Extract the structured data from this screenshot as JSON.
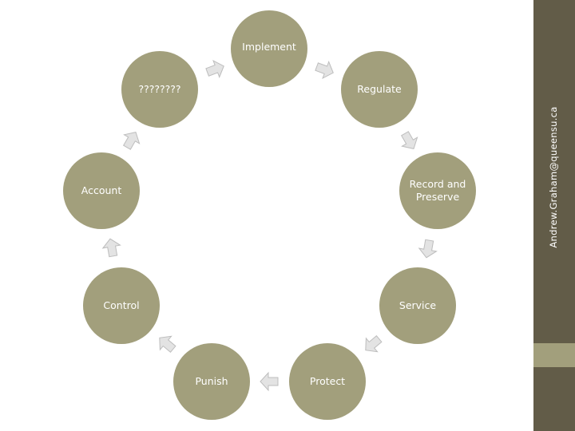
{
  "cycle": {
    "nodes": [
      {
        "id": "implement",
        "label": "Implement"
      },
      {
        "id": "regulate",
        "label": "Regulate"
      },
      {
        "id": "record-and-preserve",
        "label": "Record and\nPreserve"
      },
      {
        "id": "service",
        "label": "Service"
      },
      {
        "id": "protect",
        "label": "Protect"
      },
      {
        "id": "punish",
        "label": "Punish"
      },
      {
        "id": "control",
        "label": "Control"
      },
      {
        "id": "account",
        "label": "Account"
      },
      {
        "id": "unknown",
        "label": "????????"
      }
    ],
    "flow_direction": "clockwise"
  },
  "sidebar": {
    "author_email": "Andrew.Graham@queensu.ca"
  },
  "colors": {
    "node_fill": "#a29f7c",
    "node_text": "#ffffff",
    "arrow_fill": "#e3e3e3",
    "arrow_stroke": "#bdbdbd",
    "sidebar": "#625c48",
    "sidebar_band": "#a29f7c"
  }
}
